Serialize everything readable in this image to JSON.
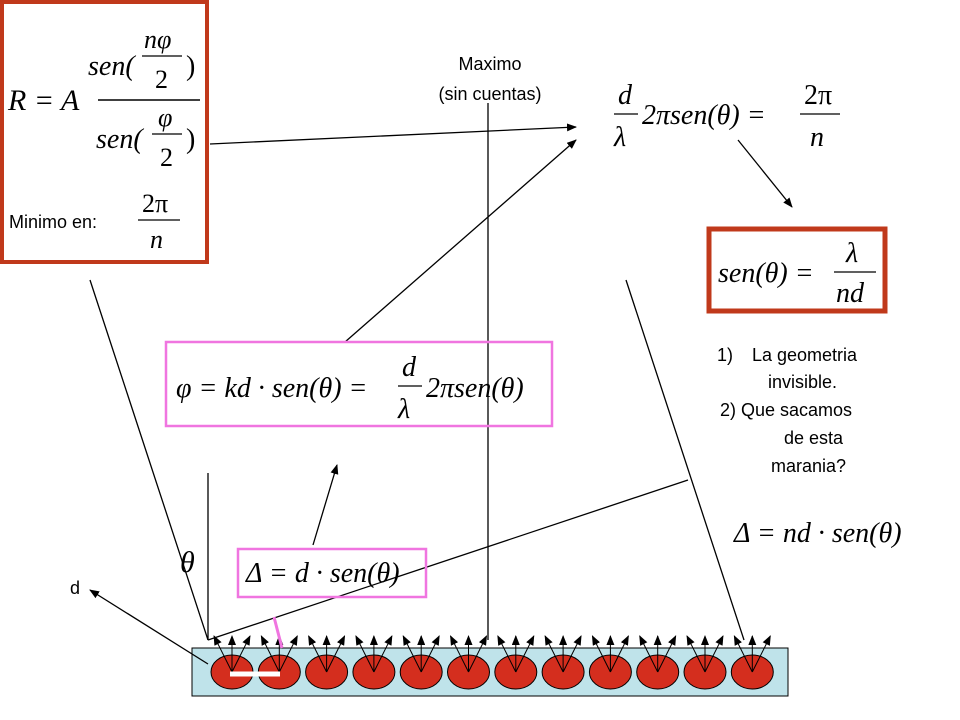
{
  "colors": {
    "box_red": "#c0391b",
    "box_pink": "#f075e0",
    "substrate": "#bfe3ea",
    "atom": "#d42e1e",
    "ink": "#000000"
  },
  "labels": {
    "maximo_line1": "Maximo",
    "maximo_line2": "(sin cuentas)",
    "minimo": "Minimo en:",
    "d": "d"
  },
  "list": {
    "item1_num": "1)",
    "item1_line1": "La geometria",
    "item1_line2": "invisible.",
    "item2_line1": "2) Que sacamos",
    "item2_line2": "de esta",
    "item2_line3": "marania?"
  },
  "formulas": {
    "R_lhs": "R = A",
    "sen": "sen(",
    "n_phi": "nφ",
    "phi": "φ",
    "two": "2",
    "close_paren": ")",
    "two_pi": "2π",
    "n": "n",
    "d": "d",
    "lambda": "λ",
    "sen_theta": "2πsen(θ) =",
    "phi_eq": "φ = kd · sen(θ) =",
    "two_pi_sen_theta": "2πsen(θ)",
    "sen_theta_eq": "sen(θ) =",
    "nd": "nd",
    "delta_d": "Δ = d · sen(θ)",
    "delta_nd": "Δ = nd · sen(θ)",
    "theta": "θ"
  }
}
